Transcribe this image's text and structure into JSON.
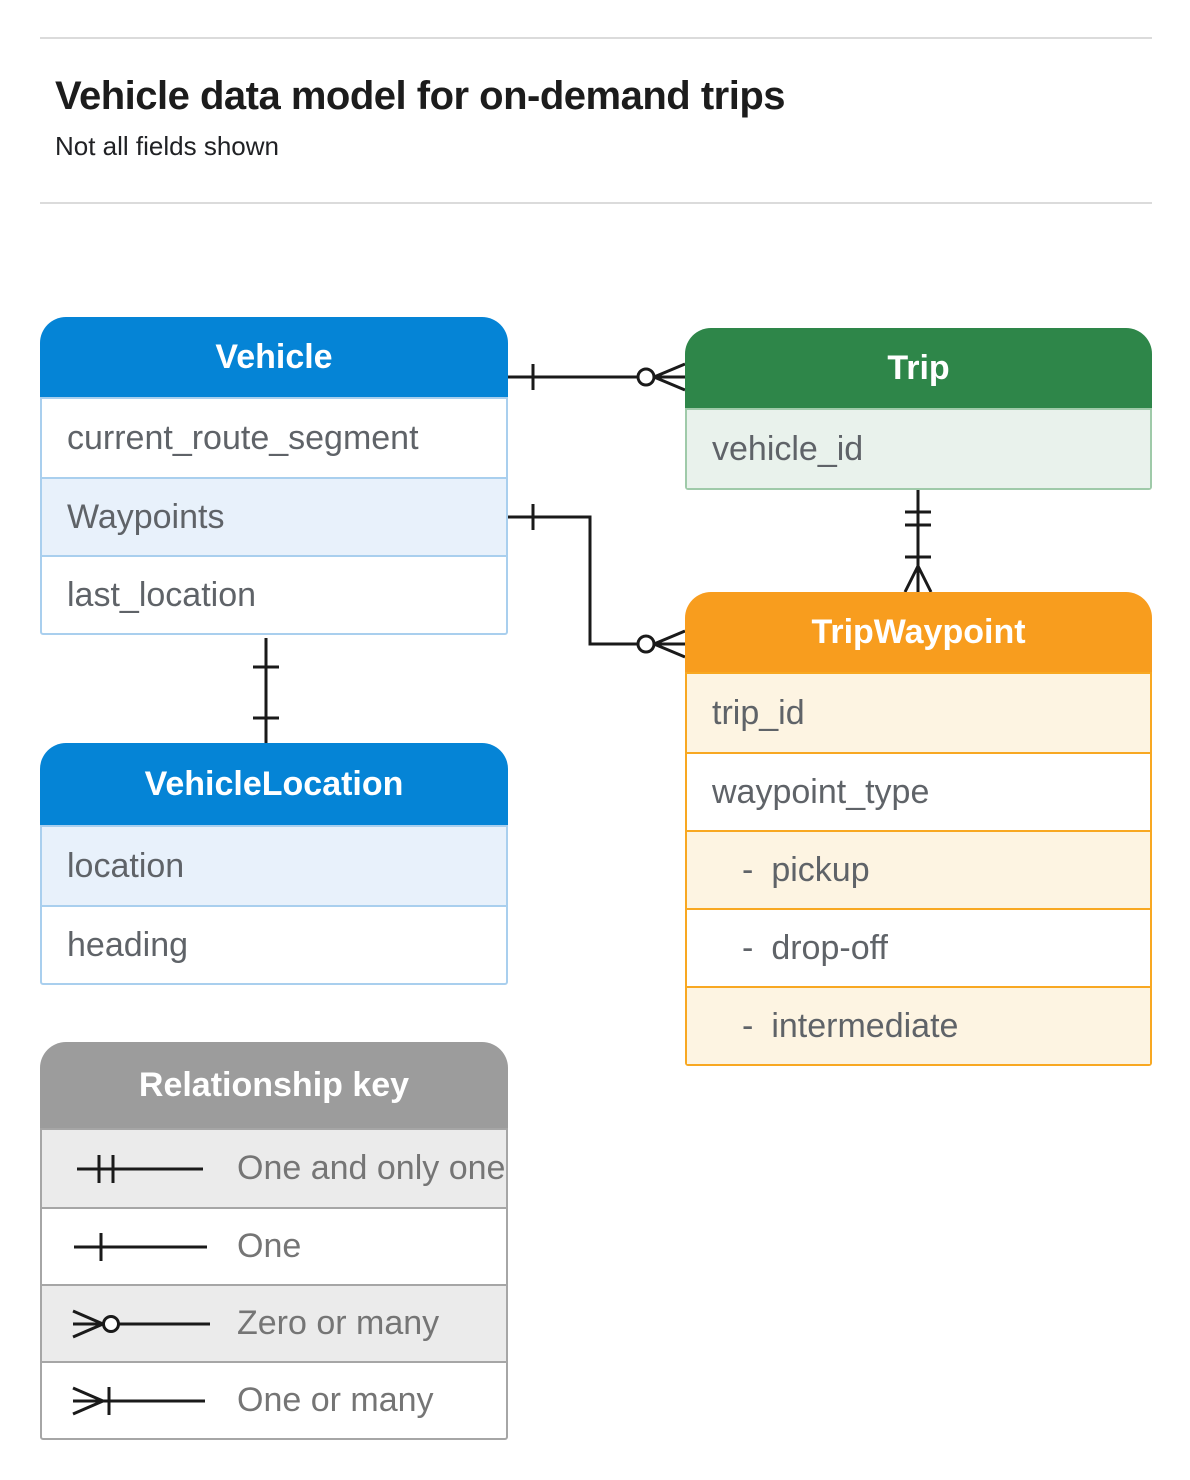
{
  "header": {
    "title": "Vehicle data model for on-demand trips",
    "subtitle": "Not all fields shown"
  },
  "tables": {
    "vehicle": {
      "title": "Vehicle",
      "fields": [
        {
          "text": "current_route_segment"
        },
        {
          "text": "Waypoints"
        },
        {
          "text": "last_location"
        }
      ]
    },
    "trip": {
      "title": "Trip",
      "fields": [
        {
          "text": "vehicle_id"
        }
      ]
    },
    "tripwaypoint": {
      "title": "TripWaypoint",
      "fields": [
        {
          "text": "trip_id"
        },
        {
          "text": "waypoint_type"
        },
        {
          "bullet": "-",
          "text": "pickup"
        },
        {
          "bullet": "-",
          "text": "drop-off"
        },
        {
          "bullet": "-",
          "text": "intermediate"
        }
      ]
    },
    "vehiclelocation": {
      "title": "VehicleLocation",
      "fields": [
        {
          "text": "location"
        },
        {
          "text": "heading"
        }
      ]
    }
  },
  "legend": {
    "title": "Relationship key",
    "items": [
      {
        "label": "One and only one",
        "symbol": "one-and-only-one"
      },
      {
        "label": "One",
        "symbol": "one"
      },
      {
        "label": "Zero or many",
        "symbol": "zero-or-many"
      },
      {
        "label": "One or many",
        "symbol": "one-or-many"
      }
    ]
  },
  "relationships": [
    {
      "from": "Vehicle",
      "to": "Trip",
      "from_cardinality": "one",
      "to_cardinality": "zero-or-many"
    },
    {
      "from": "Vehicle.Waypoints",
      "to": "TripWaypoint",
      "from_cardinality": "one",
      "to_cardinality": "zero-or-many"
    },
    {
      "from": "Trip",
      "to": "TripWaypoint",
      "from_cardinality": "one-and-only-one",
      "to_cardinality": "one-or-many"
    },
    {
      "from": "Vehicle",
      "to": "VehicleLocation",
      "from_cardinality": "one",
      "to_cardinality": "one"
    }
  ],
  "colors": {
    "blue_header": "#0584d6",
    "blue_row_tint": "#e8f1fb",
    "blue_border": "#a9cfee",
    "green_header": "#2e8649",
    "green_row_tint": "#e9f2ec",
    "green_border": "#9fcaa9",
    "orange_header": "#f89d1e",
    "orange_row_tint": "#fdf4e2",
    "orange_border": "#f8a822",
    "gray_header": "#9c9c9c",
    "gray_row_tint": "#ebebeb",
    "gray_border": "#a6a6a6",
    "field_text": "#5f6368",
    "legend_text": "#757575",
    "connector": "#1a1a1a",
    "divider": "#dbdbdb"
  }
}
